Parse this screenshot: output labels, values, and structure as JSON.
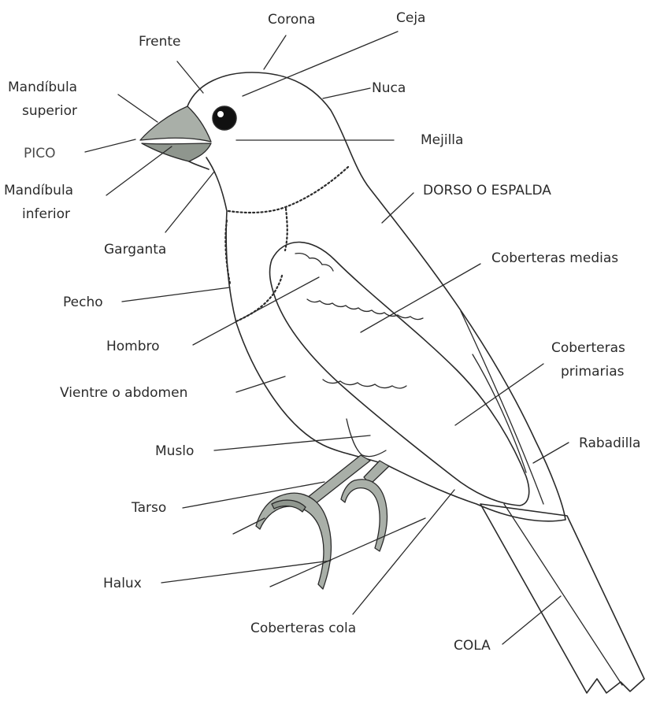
{
  "labels": {
    "corona": "Corona",
    "ceja": "Ceja",
    "frente": "Frente",
    "mandibula_superior_1": "Mandíbula",
    "mandibula_superior_2": "superior",
    "nuca": "Nuca",
    "pico": "PICO",
    "mejilla": "Mejilla",
    "mandibula_inferior_1": "Mandíbula",
    "mandibula_inferior_2": "inferior",
    "dorso": "DORSO O ESPALDA",
    "garganta": "Garganta",
    "coberteras_medias": "Coberteras medias",
    "pecho": "Pecho",
    "hombro": "Hombro",
    "coberteras_primarias_1": "Coberteras",
    "coberteras_primarias_2": "primarias",
    "vientre": "Vientre o abdomen",
    "muslo": "Muslo",
    "rabadilla": "Rabadilla",
    "tarso": "Tarso",
    "halux": "Halux",
    "coberteras_cola": "Coberteras cola",
    "cola": "COLA"
  },
  "colors": {
    "line": "#2a2a2a",
    "text": "#2b2b2b",
    "beak_and_feet": "#a9afa8"
  }
}
